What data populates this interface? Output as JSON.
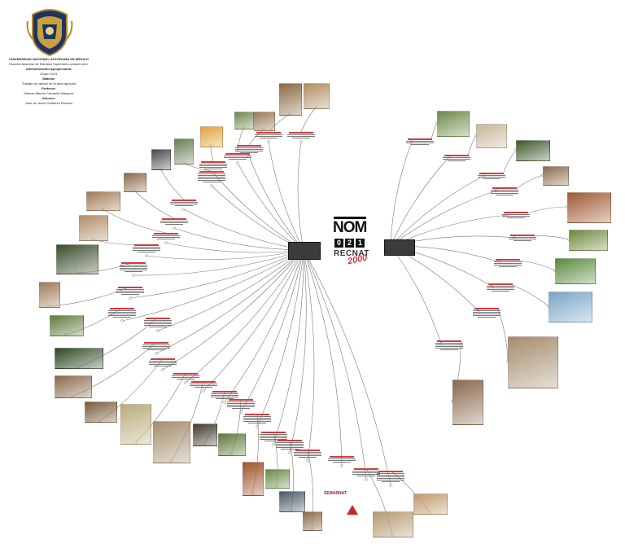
{
  "header": {
    "university": "UNIVERSIDAD NACIONAL AUTÓNOMA DE MÉXICO",
    "school": "Escuela Nacional de Estudios Superiores unidad León.",
    "program": "Administración agropecuaria.",
    "group": "Grupo 4131",
    "subject_label": "Materia:",
    "subject": "Trabajo de campo en el área agrícola",
    "teacher_label": "Profesor:",
    "teacher": "Marcos Alfredo Camarillo Márquez",
    "student_label": "Alumno:",
    "student": "José de Jesús Gutiérrez Romero"
  },
  "logo": {
    "word": "NOM",
    "digits": [
      "0",
      "2",
      "1"
    ],
    "agency": "RECNAT",
    "year": "2000"
  },
  "semarnat": "SEMARNAT",
  "colors": {
    "hub_fill": "#3b3b3b",
    "label_red": "#d63b3b",
    "edge": "#7a7a7a"
  },
  "icons": [
    "unam-seal-icon",
    "warning-sign-icon"
  ]
}
